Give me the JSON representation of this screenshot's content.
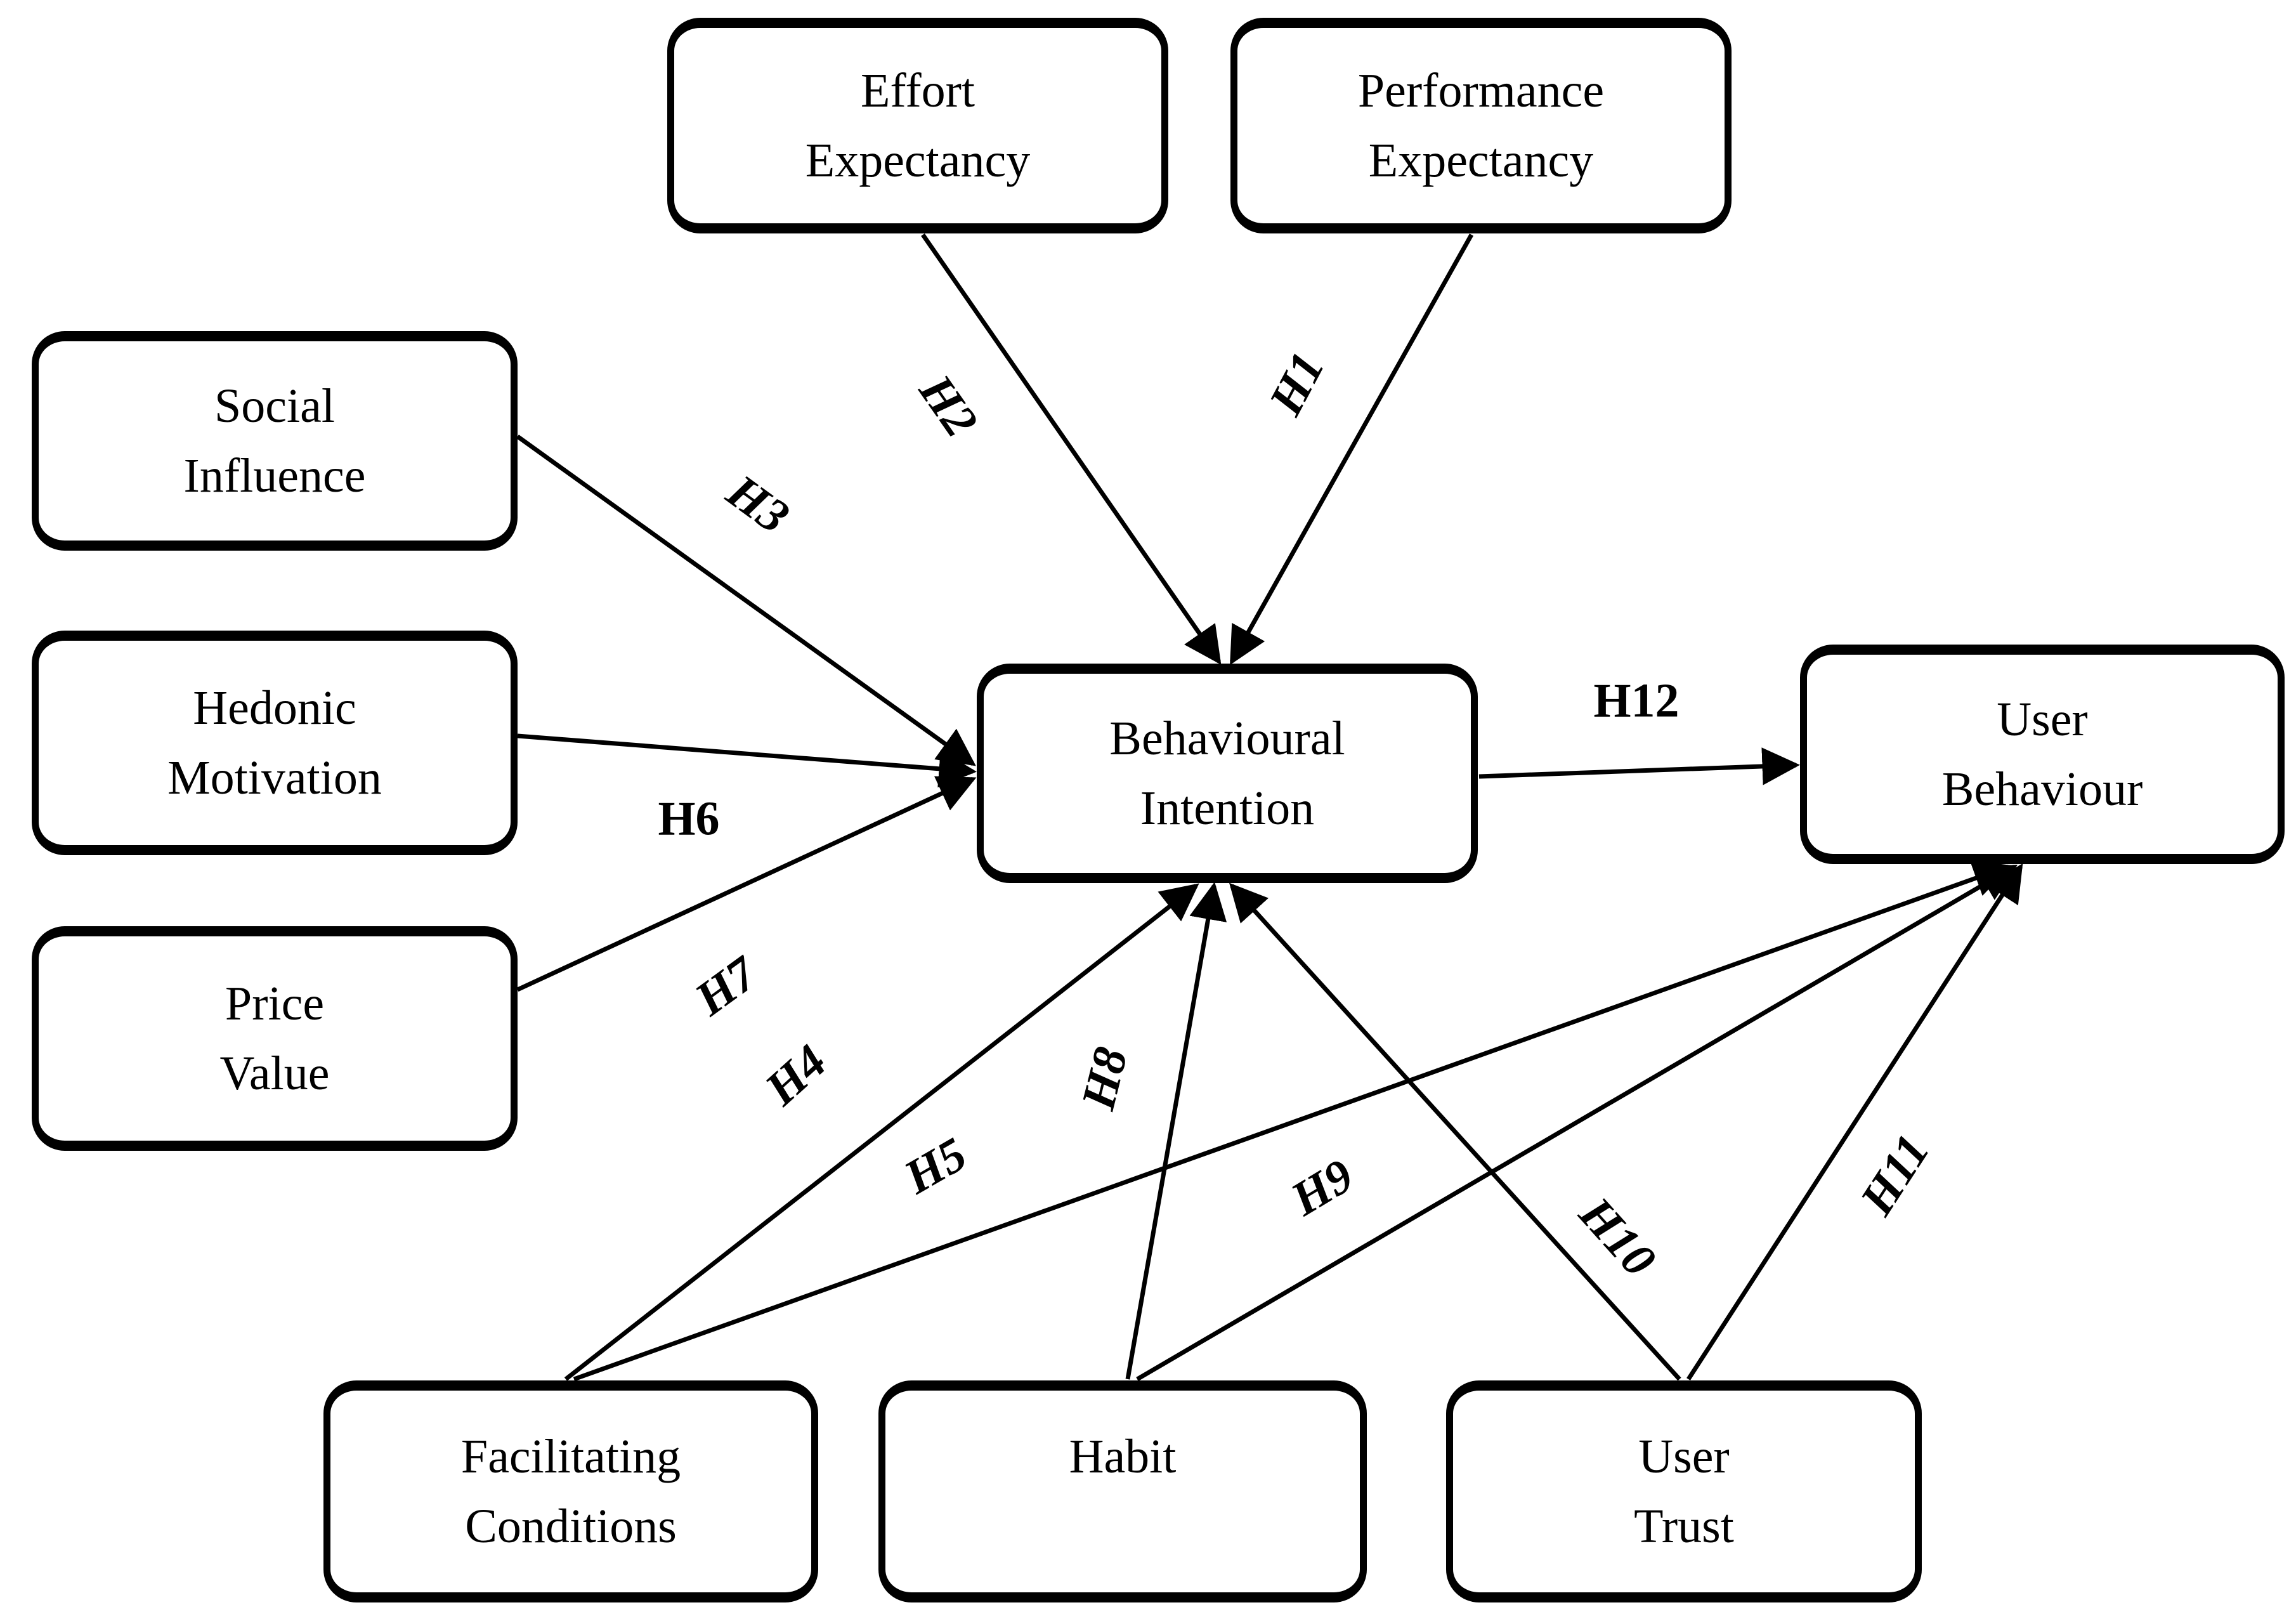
{
  "figure": {
    "type": "path-model-diagram",
    "background": "#ffffff",
    "line_color": "#000000",
    "text_color": "#000000"
  },
  "nodes": {
    "effort": {
      "line1": "Effort",
      "line2": "Expectancy"
    },
    "performance": {
      "line1": "Performance",
      "line2": "Expectancy"
    },
    "social": {
      "line1": "Social",
      "line2": "Influence"
    },
    "hedonic": {
      "line1": "Hedonic",
      "line2": "Motivation"
    },
    "price": {
      "line1": "Price",
      "line2": "Value"
    },
    "bi": {
      "line1": "Behavioural",
      "line2": "Intention"
    },
    "ub": {
      "line1": "User",
      "line2": "Behaviour"
    },
    "fc": {
      "line1": "Facilitating",
      "line2": "Conditions"
    },
    "habit": {
      "line1": "Habit",
      "line2": ""
    },
    "trust": {
      "line1": "User",
      "line2": "Trust"
    }
  },
  "hypotheses": {
    "h1": {
      "label": "H1",
      "from": "Performance Expectancy",
      "to": "Behavioural Intention"
    },
    "h2": {
      "label": "H2",
      "from": "Effort Expectancy",
      "to": "Behavioural Intention"
    },
    "h3": {
      "label": "H3",
      "from": "Social Influence",
      "to": "Behavioural Intention"
    },
    "h4": {
      "label": "H4",
      "from": "Facilitating Conditions",
      "to": "Behavioural Intention"
    },
    "h5": {
      "label": "H5",
      "from": "Facilitating Conditions",
      "to": "User Behaviour"
    },
    "h6": {
      "label": "H6",
      "from": "Hedonic Motivation",
      "to": "Behavioural Intention"
    },
    "h7": {
      "label": "H7",
      "from": "Price Value",
      "to": "Behavioural Intention"
    },
    "h8": {
      "label": "H8",
      "from": "Habit",
      "to": "Behavioural Intention"
    },
    "h9": {
      "label": "H9",
      "from": "Habit",
      "to": "User Behaviour"
    },
    "h10": {
      "label": "H10",
      "from": "User Trust",
      "to": "Behavioural Intention"
    },
    "h11": {
      "label": "H11",
      "from": "User Trust",
      "to": "User Behaviour"
    },
    "h12": {
      "label": "H12",
      "from": "Behavioural Intention",
      "to": "User Behaviour"
    }
  }
}
